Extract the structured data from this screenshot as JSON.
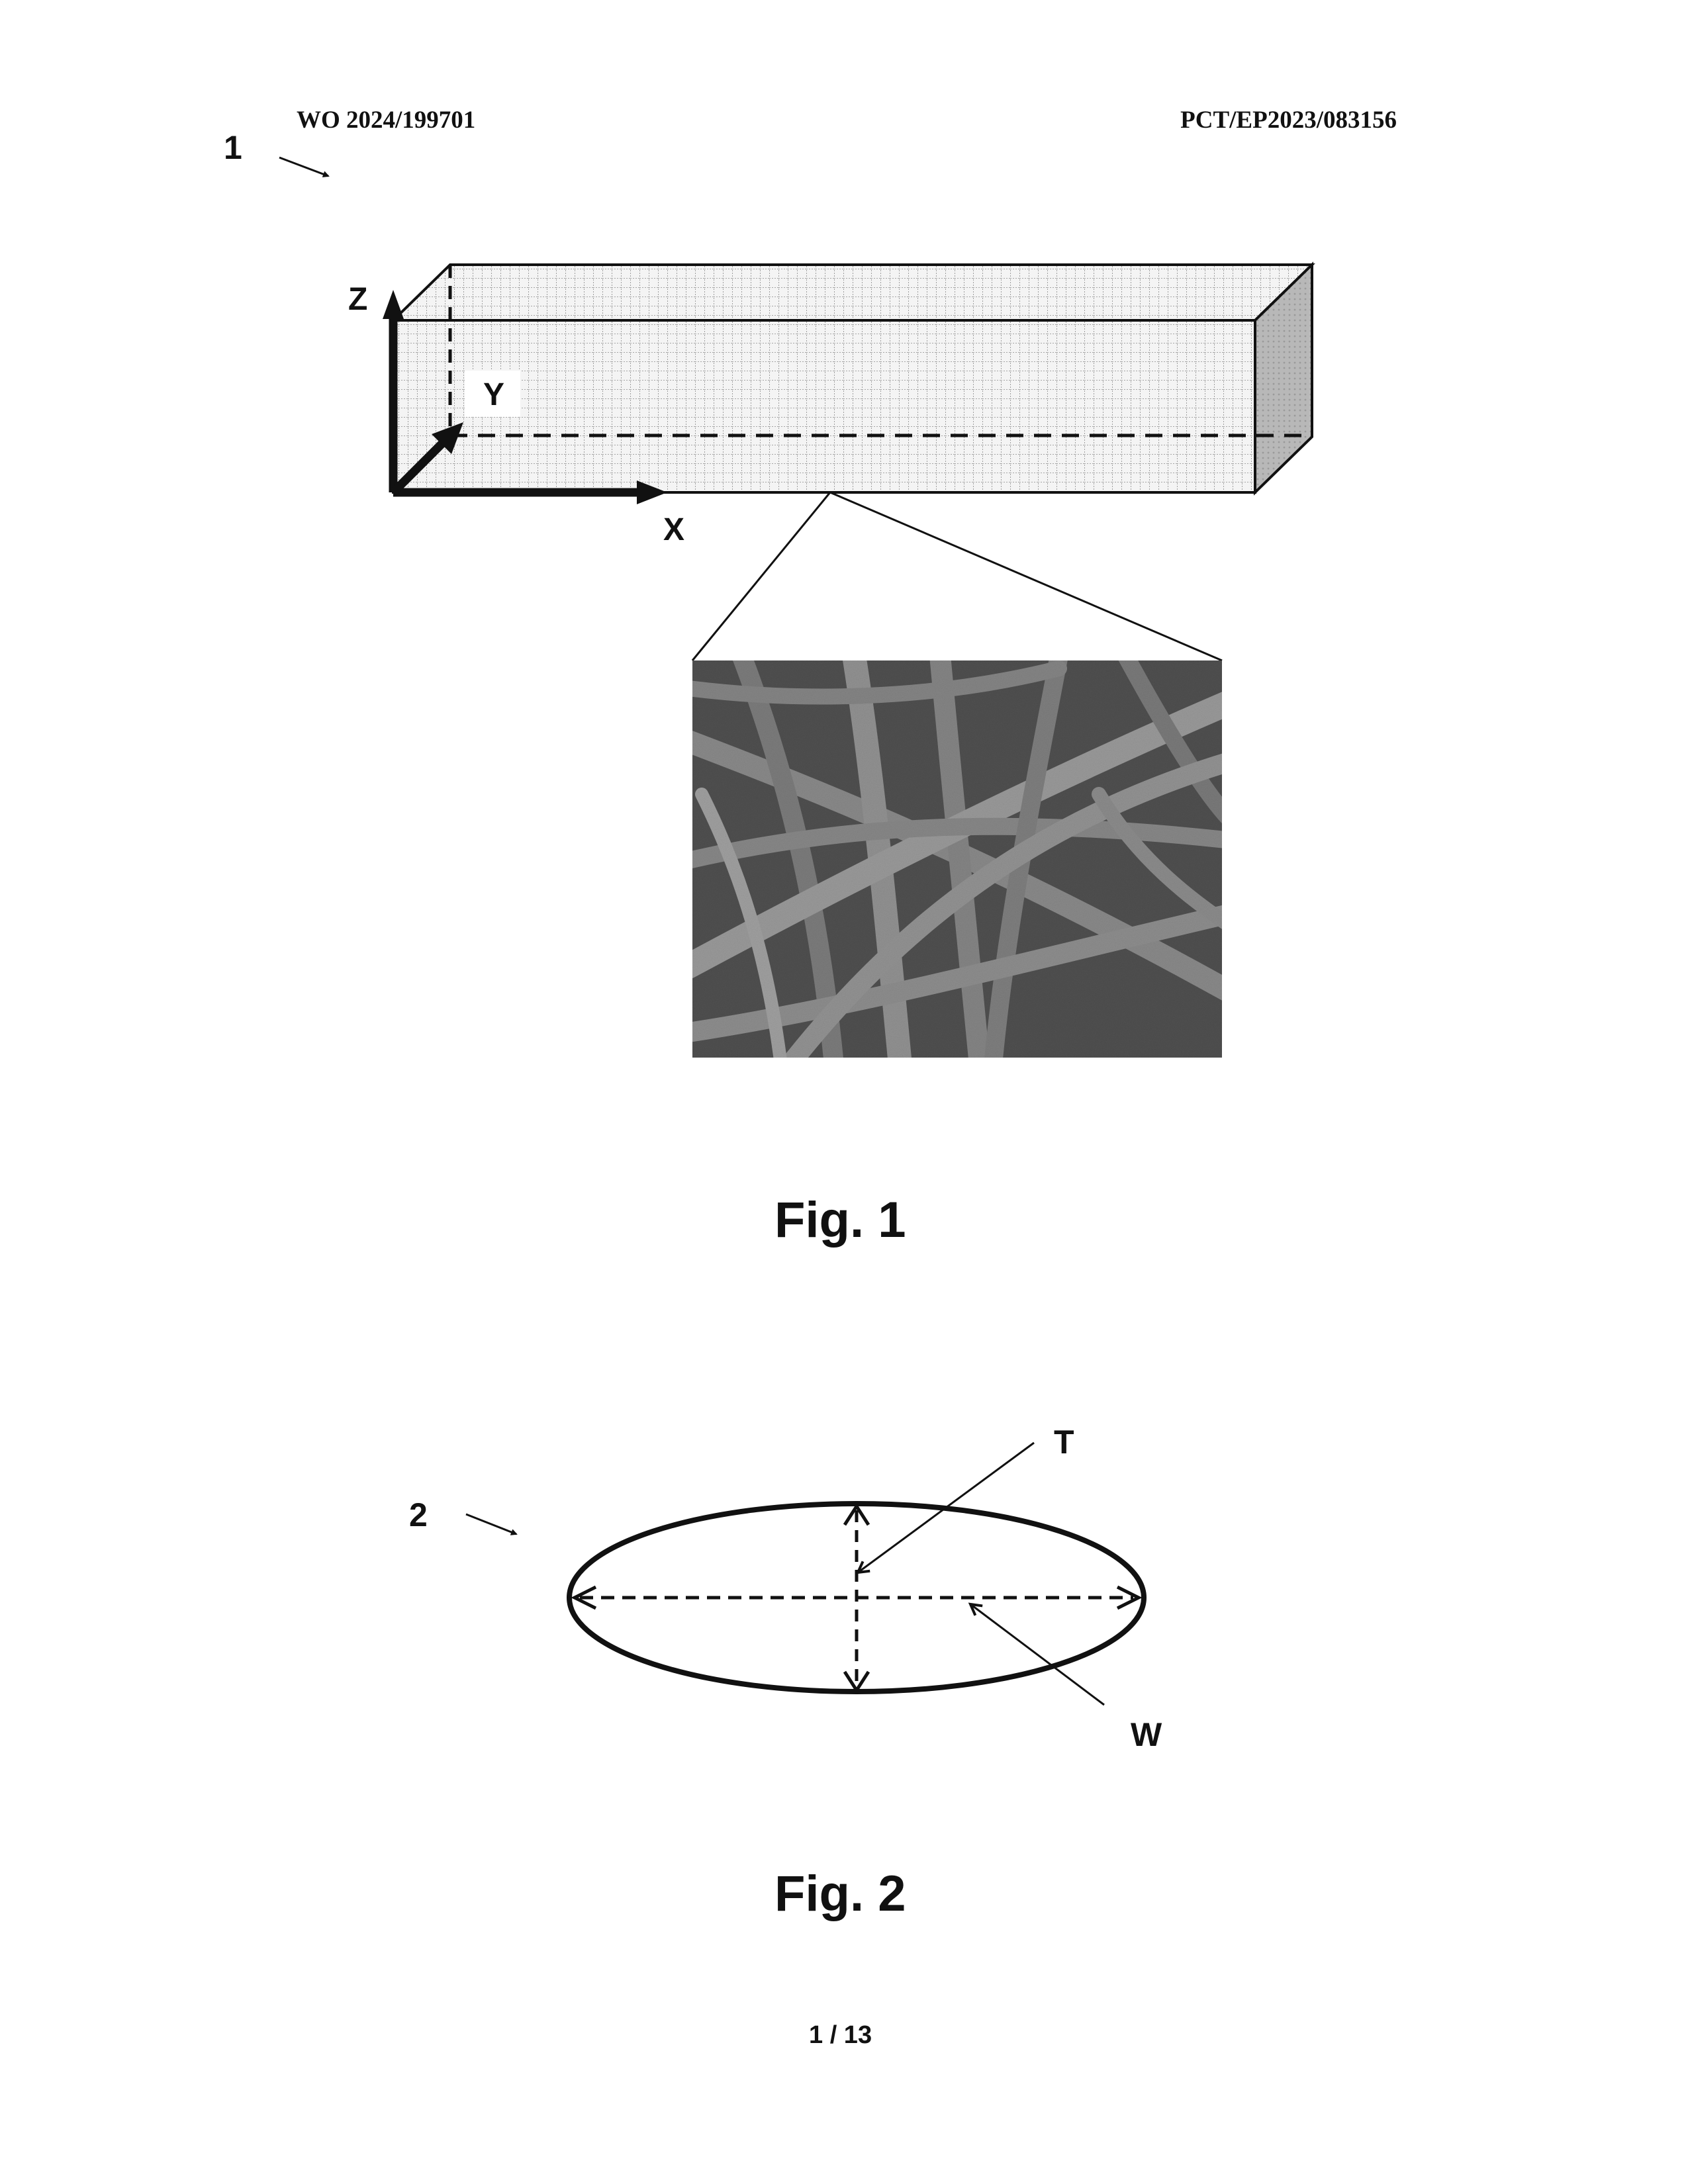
{
  "header": {
    "publication_number": "WO 2024/199701",
    "application_number": "PCT/EP2023/083156"
  },
  "figure1": {
    "reference_numeral": "1",
    "axis_labels": {
      "z": "Z",
      "y": "Y",
      "x": "X"
    },
    "caption": "Fig. 1"
  },
  "figure2": {
    "reference_numeral": "2",
    "dimension_labels": {
      "thickness": "T",
      "width": "W"
    },
    "caption": "Fig. 2"
  },
  "footer": {
    "page_number": "1 / 13"
  }
}
